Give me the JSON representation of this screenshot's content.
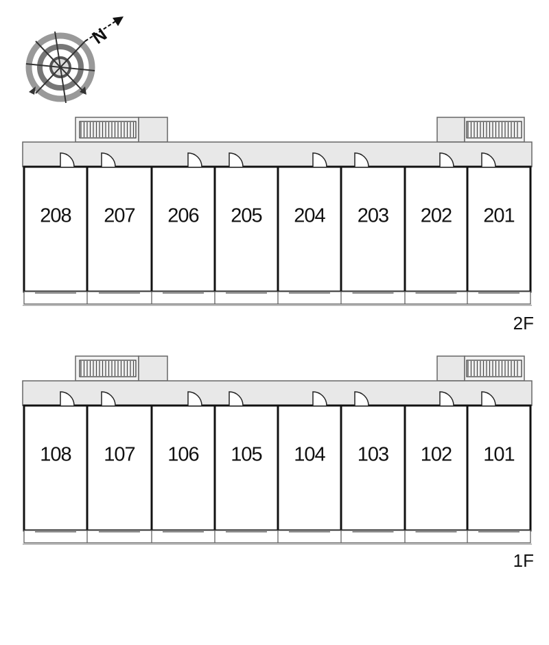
{
  "compass": {
    "north_label": "N",
    "icon": "compass-rose-icon"
  },
  "floors": [
    {
      "label": "2F",
      "units": [
        "208",
        "207",
        "206",
        "205",
        "204",
        "203",
        "202",
        "201"
      ]
    },
    {
      "label": "1F",
      "units": [
        "108",
        "107",
        "106",
        "105",
        "104",
        "103",
        "102",
        "101"
      ]
    }
  ],
  "colors": {
    "wall": "#111111",
    "corridor": "#e8e8e8",
    "background": "#ffffff"
  }
}
